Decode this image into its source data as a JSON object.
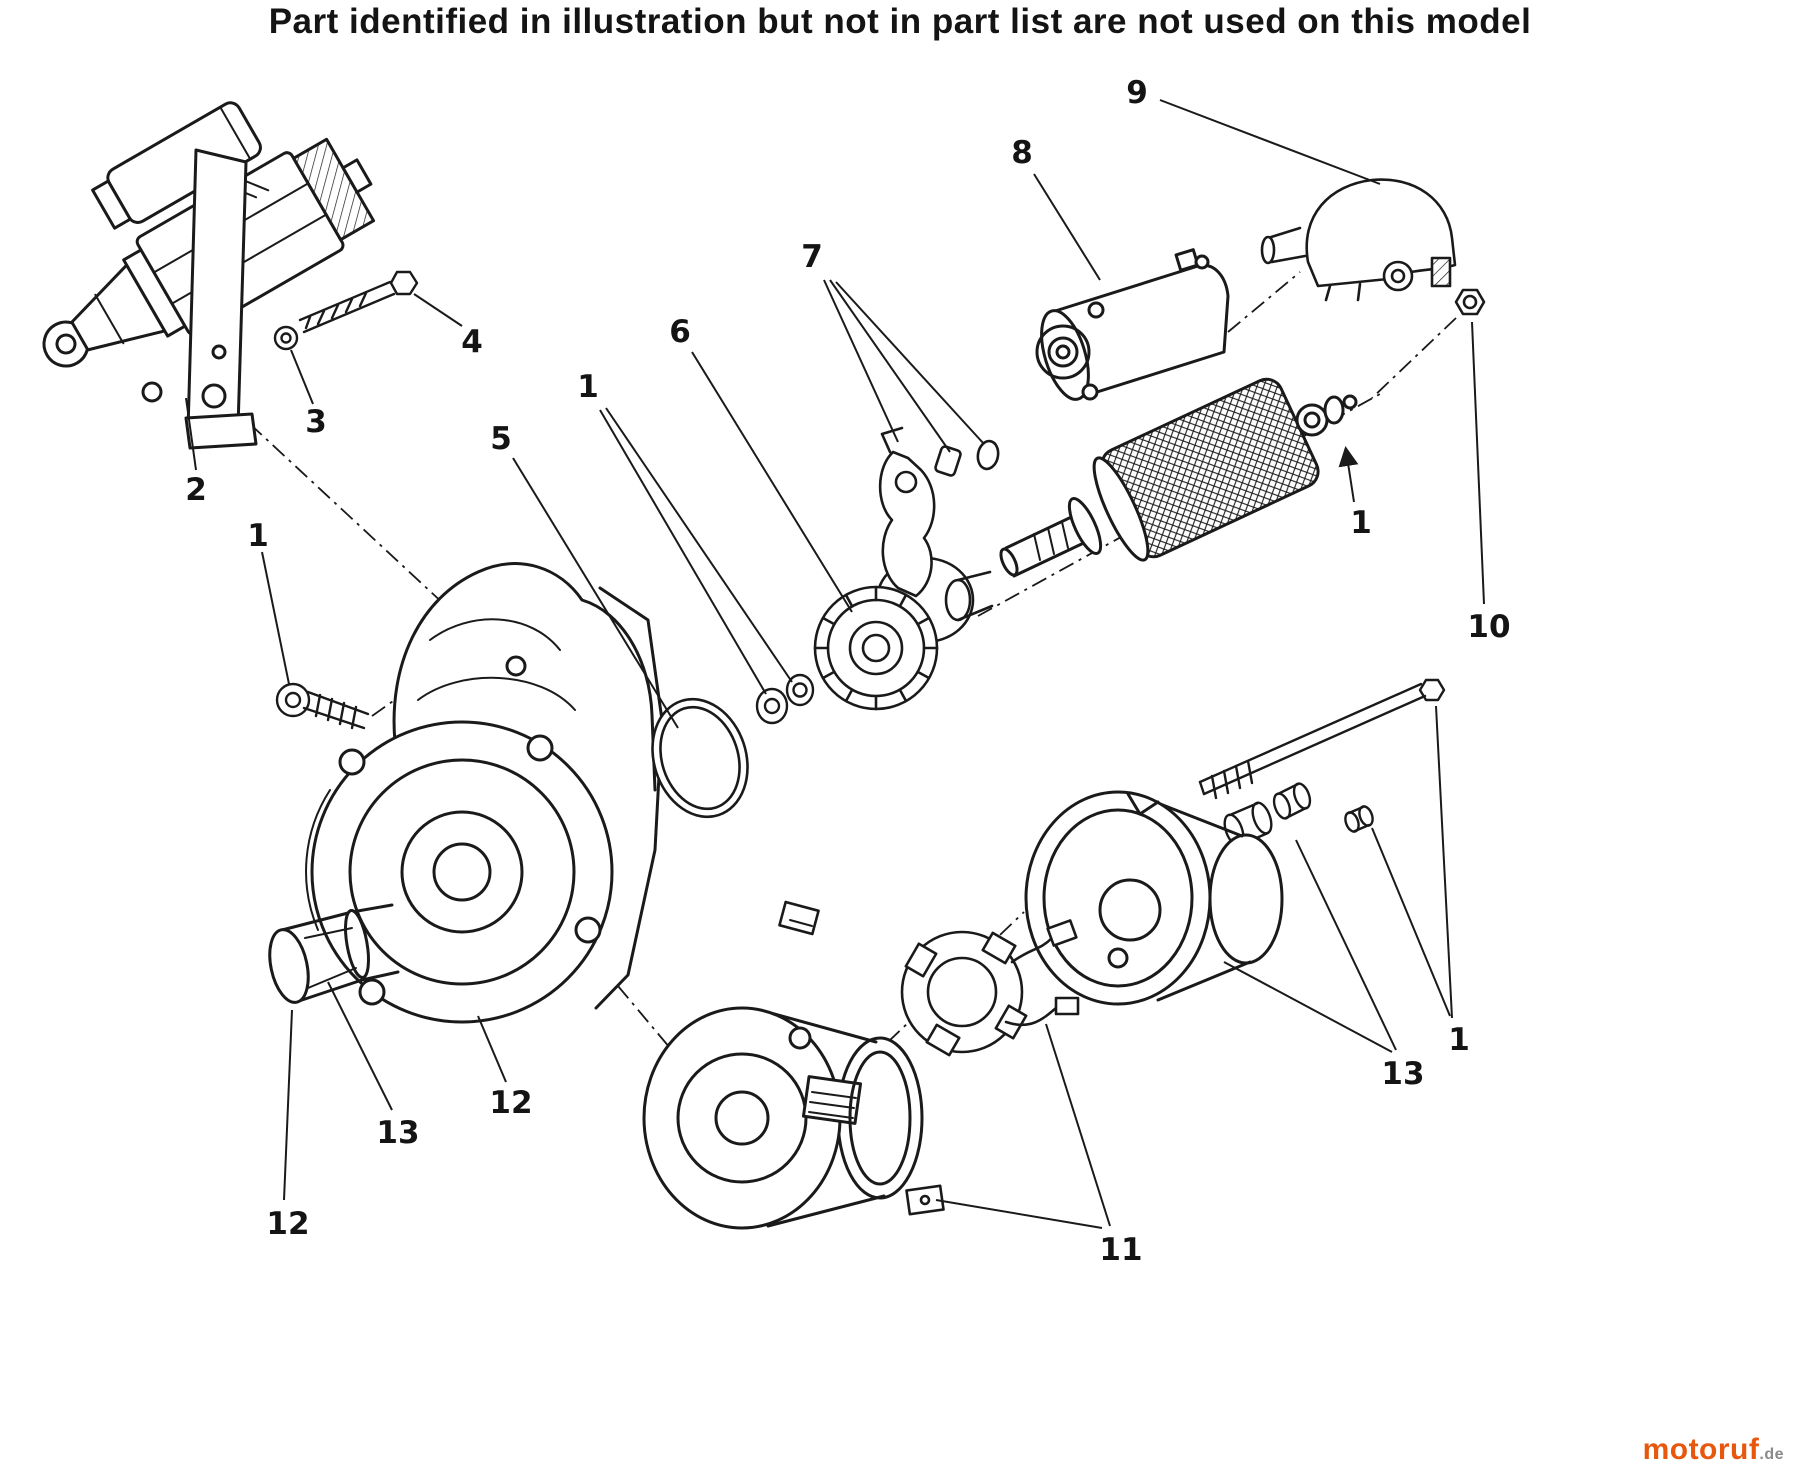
{
  "title": "Part identified in illustration but not in part list are not used on this model",
  "watermark": {
    "brand": "motoruf",
    "tld": ".de"
  },
  "colors": {
    "line": "#141414",
    "brand_orange": "#e8570e",
    "tld_gray": "#8a8a8a"
  },
  "callouts": [
    {
      "label": "2"
    },
    {
      "label": "3"
    },
    {
      "label": "4"
    },
    {
      "label": "1"
    },
    {
      "label": "5"
    },
    {
      "label": "1"
    },
    {
      "label": "6"
    },
    {
      "label": "7"
    },
    {
      "label": "8"
    },
    {
      "label": "9"
    },
    {
      "label": "1"
    },
    {
      "label": "10"
    },
    {
      "label": "12"
    },
    {
      "label": "13"
    },
    {
      "label": "12"
    },
    {
      "label": "11"
    },
    {
      "label": "13"
    },
    {
      "label": "1"
    }
  ]
}
